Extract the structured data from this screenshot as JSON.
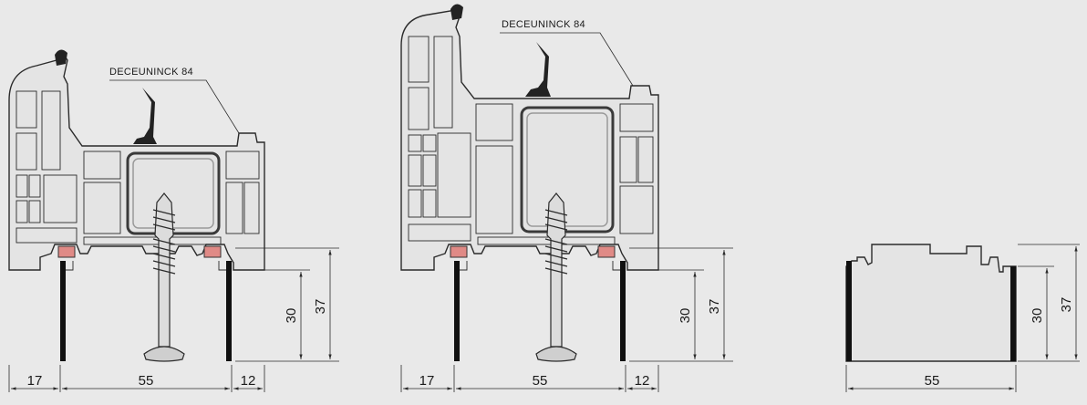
{
  "drawings": [
    {
      "brand_label": "DECEUNINCK 84",
      "dims": {
        "left": "17",
        "middle": "55",
        "right": "12",
        "height_inner": "30",
        "height_outer": "37"
      }
    },
    {
      "brand_label": "DECEUNINCK 84",
      "dims": {
        "left": "17",
        "middle": "55",
        "right": "12",
        "height_inner": "30",
        "height_outer": "37"
      }
    },
    {
      "dims": {
        "middle": "55",
        "height_inner": "30",
        "height_outer": "37"
      }
    }
  ]
}
